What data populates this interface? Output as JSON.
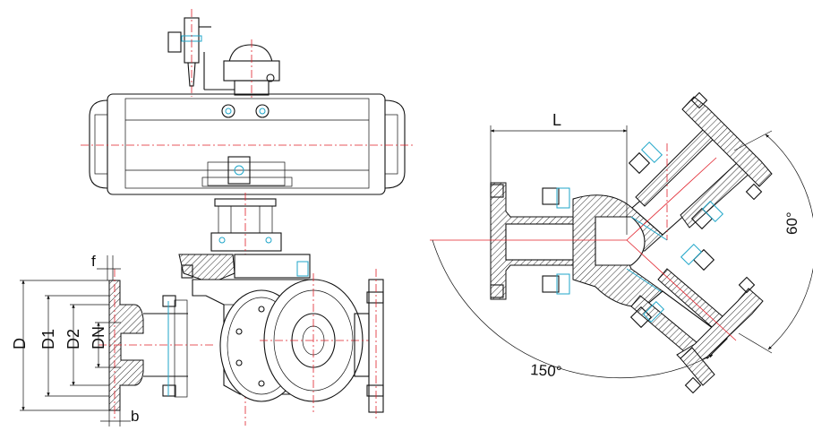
{
  "labels": {
    "D": "D",
    "D1": "D1",
    "D2": "D2",
    "DN": "DN",
    "f": "f",
    "b": "b",
    "L": "L",
    "angle_150": "150°",
    "angle_60": "60°"
  },
  "colors": {
    "outline": "#111111",
    "centerline": "#e0202a",
    "seal": "#1fa6c9",
    "background": "#ffffff"
  }
}
